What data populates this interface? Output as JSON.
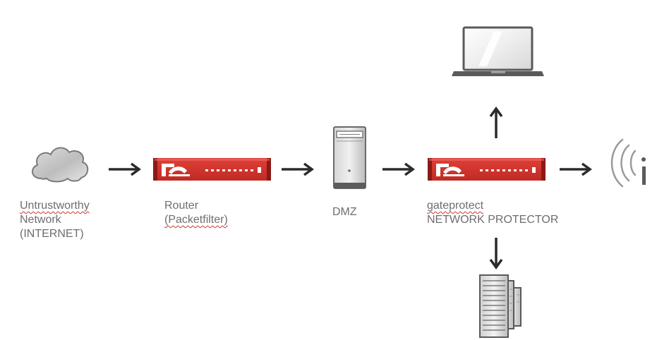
{
  "nodes": {
    "internet": {
      "icon": "cloud-icon",
      "label_lines": [
        "Untrustworthy",
        "Network",
        "(INTERNET)"
      ]
    },
    "router": {
      "icon": "firewall-appliance-icon",
      "label_lines": [
        "Router",
        "(Packetfilter)"
      ]
    },
    "dmz": {
      "icon": "server-tower-icon",
      "label_lines": [
        "DMZ"
      ]
    },
    "gateprotect": {
      "icon": "firewall-appliance-icon",
      "label_lines": [
        "gateprotect",
        "NETWORK PROTECTOR"
      ]
    },
    "laptop": {
      "icon": "laptop-icon"
    },
    "servers": {
      "icon": "server-rack-stack-icon"
    },
    "wireless": {
      "icon": "wifi-signal-icon"
    }
  },
  "edges": [
    {
      "from": "internet",
      "to": "router"
    },
    {
      "from": "router",
      "to": "dmz"
    },
    {
      "from": "dmz",
      "to": "gateprotect"
    },
    {
      "from": "gateprotect",
      "to": "wireless"
    },
    {
      "from": "gateprotect",
      "to": "laptop"
    },
    {
      "from": "gateprotect",
      "to": "servers"
    }
  ],
  "colors": {
    "appliance_red": "#d0342c",
    "arrow": "#2b2b2b",
    "label_text": "#6e6e6e",
    "spellcheck_underline": "#d0342c"
  }
}
